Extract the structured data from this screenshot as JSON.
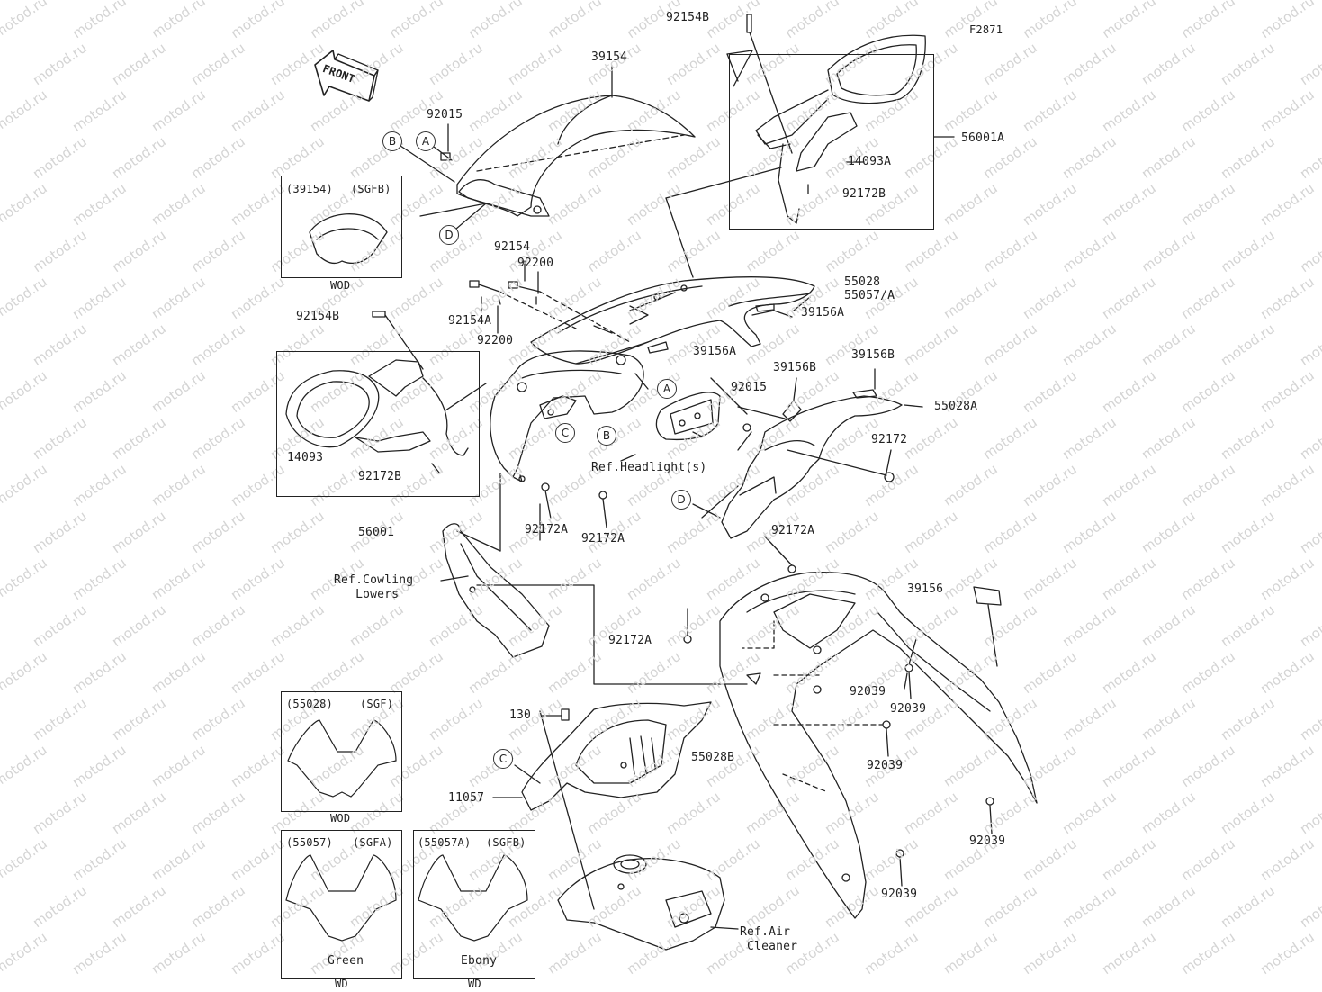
{
  "figure_code": "F2871",
  "front_arrow_label": "FRONT",
  "watermark": "motod.ru",
  "part_labels": {
    "p39154": "39154",
    "p92015_top": "92015",
    "p92154B_top": "92154B",
    "p56001A": "56001A",
    "p14093A": "14093A",
    "p92172B_top": "92172B",
    "p92154": "92154",
    "p92200_top": "92200",
    "p92154A": "92154A",
    "p92200_bot": "92200",
    "p55028": "55028",
    "p55057A": "55057/A",
    "p39156A_1": "39156A",
    "p39156A_2": "39156A",
    "p92154B_left": "92154B",
    "p39156B_1": "39156B",
    "p39156B_2": "39156B",
    "p92015_mid": "92015",
    "p55028A": "55028A",
    "p92172": "92172",
    "p14093": "14093",
    "p92172B_left": "92172B",
    "p56001": "56001",
    "p92172A_1": "92172A",
    "p92172A_2": "92172A",
    "p92172A_3": "92172A",
    "p92172A_4": "92172A",
    "p39156": "39156",
    "p92039_1": "92039",
    "p92039_2": "92039",
    "p92039_3": "92039",
    "p92039_4": "92039",
    "p92039_5": "92039",
    "p130": "130",
    "p55028B": "55028B",
    "p11057": "11057"
  },
  "ref_labels": {
    "headlight": "Ref.Headlight(s)",
    "cowling_lowers": "Ref.Cowling\n   Lowers",
    "air_cleaner": "Ref.Air\n Cleaner"
  },
  "callouts": {
    "A": "A",
    "B": "B",
    "C": "C",
    "D": "D"
  },
  "variant_boxes": [
    {
      "part": "(39154)",
      "code": "(SGFB)",
      "caption": "WOD",
      "color_name": ""
    },
    {
      "part": "(55028)",
      "code": "(SGF)",
      "caption": "WOD",
      "color_name": ""
    },
    {
      "part": "(55057)",
      "code": "(SGFA)",
      "caption": "WD",
      "color_name": "Green"
    },
    {
      "part": "(55057A)",
      "code": "(SGFB)",
      "caption": "WD",
      "color_name": "Ebony"
    }
  ]
}
